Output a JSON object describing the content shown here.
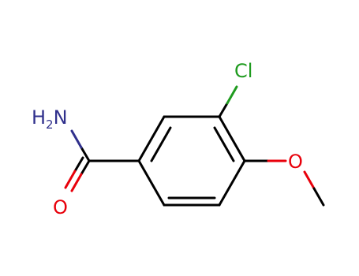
{
  "molecule": {
    "atoms": {
      "nh2": {
        "main": "H",
        "sub": "2",
        "tail": "N",
        "color": "#30308c"
      },
      "o_carbonyl": {
        "label": "O",
        "color": "#e8000b"
      },
      "cl": {
        "label": "Cl",
        "color": "#1f9b1f"
      },
      "o_methoxy": {
        "label": "O",
        "color": "#e8000b"
      }
    },
    "colors": {
      "bond": "#000000",
      "background": "#ffffff"
    }
  }
}
